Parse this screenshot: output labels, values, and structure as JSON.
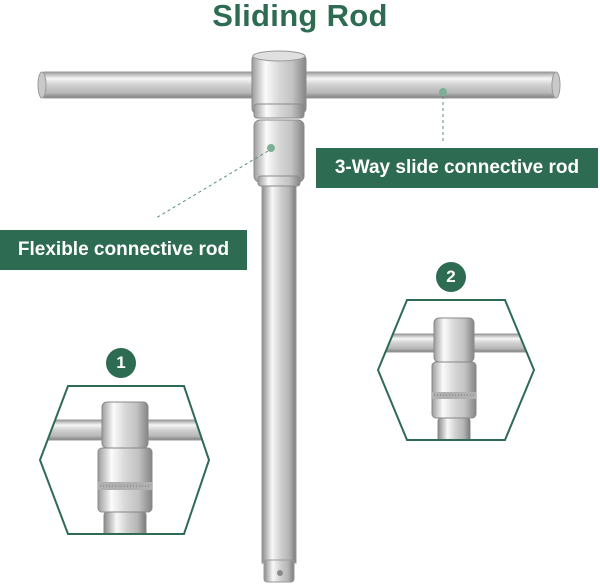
{
  "title": "Sliding Rod",
  "labels": {
    "slide": "3-Way slide connective rod",
    "flexible": "Flexible connective rod"
  },
  "badges": {
    "one": "1",
    "two": "2"
  },
  "colors": {
    "brand": "#2e6b53",
    "steel_light": "#f4f4f4",
    "steel_dark": "#8c8c8c"
  }
}
